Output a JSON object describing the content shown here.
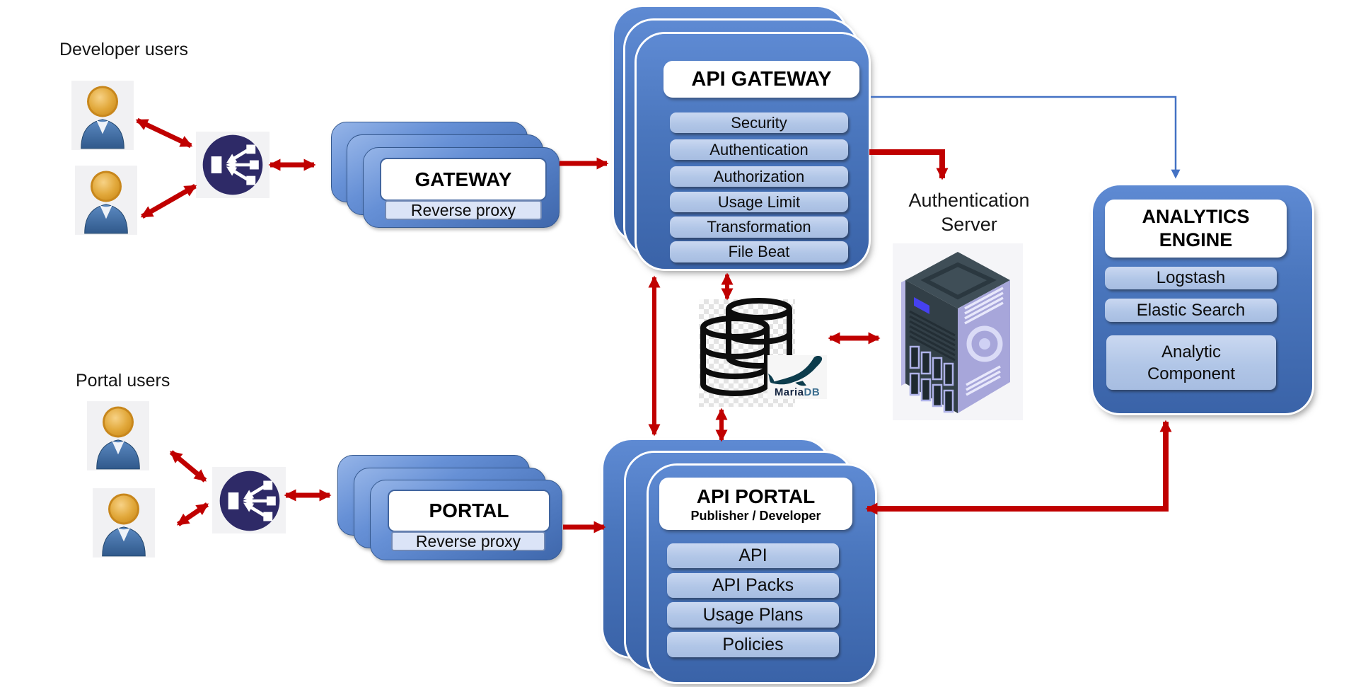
{
  "labels": {
    "developer_users": "Developer users",
    "portal_users": "Portal users",
    "authentication_server": "Authentication Server"
  },
  "gateway_stack": {
    "title": "GATEWAY",
    "subtitle": "Reverse proxy"
  },
  "portal_stack": {
    "title": "PORTAL",
    "subtitle": "Reverse proxy"
  },
  "api_gateway": {
    "title": "API GATEWAY",
    "items": [
      "Security",
      "Authentication",
      "Authorization",
      "Usage Limit",
      "Transformation",
      "File Beat"
    ]
  },
  "api_portal": {
    "title": "API PORTAL",
    "subtitle": "Publisher / Developer",
    "items": [
      "API",
      "API Packs",
      "Usage Plans",
      "Policies"
    ]
  },
  "analytics_engine": {
    "title_line1": "ANALYTICS",
    "title_line2": "ENGINE",
    "items": [
      "Logstash",
      "Elastic Search",
      "Analytic Component"
    ]
  },
  "mariadb": {
    "maria": "Maria",
    "db": "DB"
  },
  "colors": {
    "arrow_red": "#C00000",
    "arrow_blue": "#4472C4",
    "node_blue": "#4472C4",
    "pill_blue": "#B4C7E7",
    "lb_navy": "#2E2A67"
  }
}
